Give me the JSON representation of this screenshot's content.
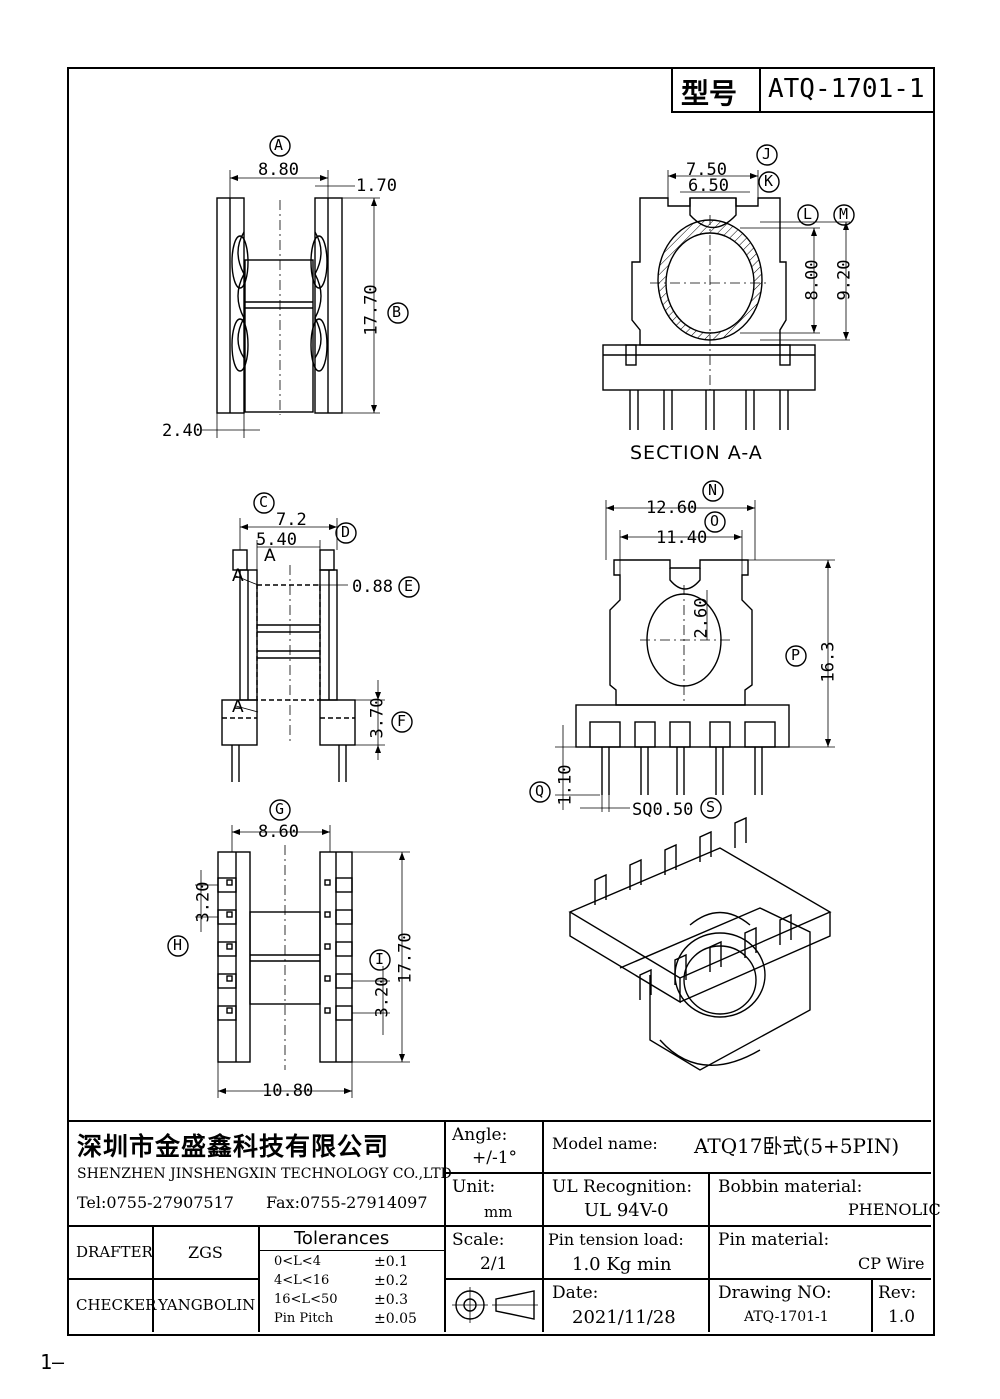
{
  "header": {
    "model_cn": "型号",
    "model": "ATQ-1701-1"
  },
  "views": {
    "top_left": {
      "dims": {
        "A": "8.80",
        "gap": "1.70",
        "B": "17.70",
        "wall": "2.40"
      },
      "labels": {
        "A": "A",
        "B": "B"
      }
    },
    "section": {
      "title": "SECTION  A-A",
      "dims": {
        "J": "7.50",
        "K": "6.50",
        "L": "8.00",
        "M": "9.20"
      },
      "labels": {
        "J": "J",
        "K": "K",
        "L": "L",
        "M": "M"
      }
    },
    "mid_left": {
      "dims": {
        "C": "7.2",
        "D": "5.40",
        "E": "0.88",
        "F": "3.70"
      },
      "labels": {
        "C": "C",
        "D": "D",
        "E": "E",
        "F": "F"
      },
      "section_marks": [
        "A",
        "A",
        "A"
      ]
    },
    "front": {
      "dims": {
        "N": "12.60",
        "O": "11.40",
        "slot": "2.60",
        "P": "16.3",
        "Q": "1.10",
        "S": "SQ0.50"
      },
      "labels": {
        "N": "N",
        "O": "O",
        "P": "P",
        "Q": "Q",
        "S": "S"
      }
    },
    "bottom": {
      "dims": {
        "G": "8.60",
        "H": "3.20",
        "I": "17.70",
        "pitch": "3.20",
        "width": "10.80"
      },
      "labels": {
        "G": "G",
        "H": "H",
        "I": "I"
      }
    }
  },
  "title_block": {
    "company_cn": "深圳市金盛鑫科技有限公司",
    "company_en": "SHENZHEN JINSHENGXIN TECHNOLOGY CO.,LTD",
    "tel": "Tel:0755-27907517",
    "fax": "Fax:0755-27914097",
    "drafter_label": "DRAFTER",
    "drafter": "ZGS",
    "checker_label": "CHECKER",
    "checker": "YANGBOLIN",
    "tolerances_label": "Tolerances",
    "tolerances": [
      {
        "range": "0<L<4",
        "value": "±0.1"
      },
      {
        "range": "4<L<16",
        "value": "±0.2"
      },
      {
        "range": "16<L<50",
        "value": "±0.3"
      },
      {
        "range": "Pin Pitch",
        "value": "±0.05"
      }
    ],
    "angle_label": "Angle:",
    "angle": "+/-1°",
    "unit_label": "Unit:",
    "unit": "mm",
    "scale_label": "Scale:",
    "scale": "2/1",
    "model_name_label": "Model name:",
    "model_name": "ATQ17卧式(5+5PIN)",
    "ul_label": "UL Recognition:",
    "ul": "UL 94V-0",
    "bobbin_label": "Bobbin material:",
    "bobbin": "PHENOLIC",
    "pin_tension_label": "Pin tension load:",
    "pin_tension": "1.0 Kg min",
    "pin_material_label": "Pin material:",
    "pin_material": "CP Wire",
    "date_label": "Date:",
    "date": "2021/11/28",
    "drawing_no_label": "Drawing NO:",
    "drawing_no": "ATQ-1701-1",
    "rev_label": "Rev:",
    "rev": "1.0"
  },
  "page_number": "1"
}
